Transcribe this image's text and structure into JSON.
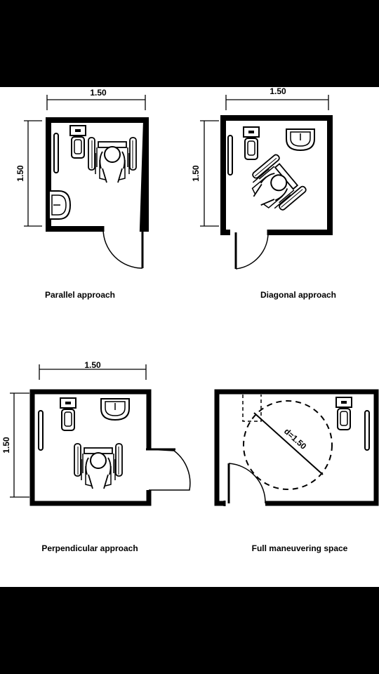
{
  "plans": [
    {
      "dimension": "1.50",
      "caption": "Parallel approach"
    },
    {
      "dimension": "1.50",
      "caption": "Diagonal approach"
    },
    {
      "dimension": "1.50",
      "caption": "Perpendicular approach"
    },
    {
      "caption": "Full maneuvering space",
      "circle_label": "d=1.50"
    }
  ]
}
